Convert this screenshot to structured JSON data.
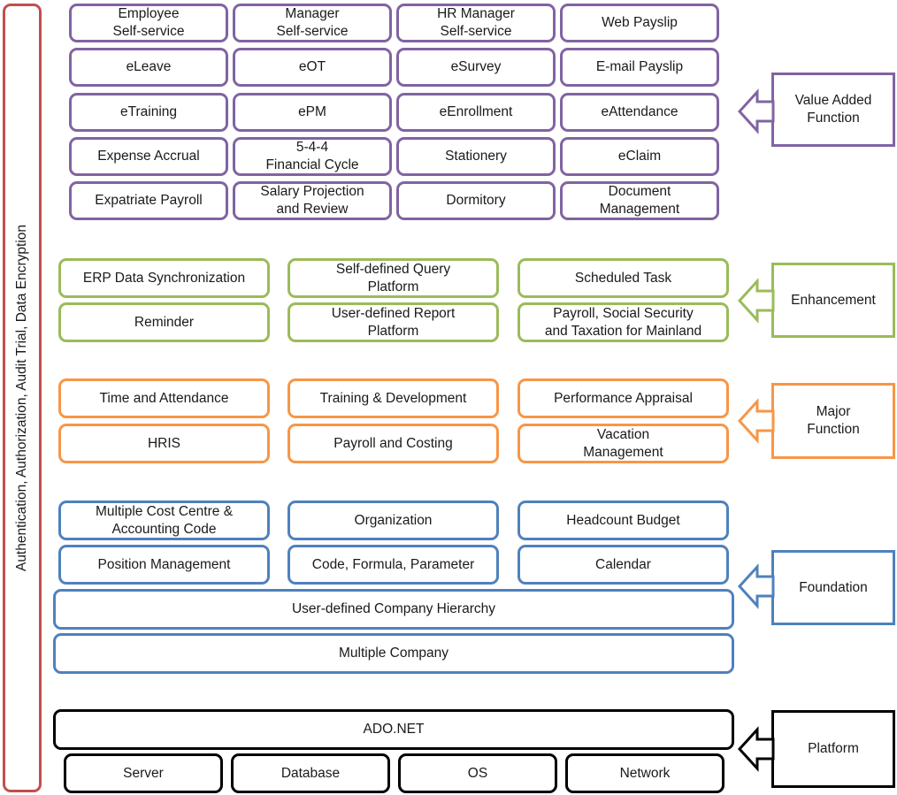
{
  "side_label": "Authentication,  Authorization,  Audit Trial, Data Encryption",
  "layers": {
    "value_added": {
      "label": "Value Added\nFunction",
      "color": "#8064A2",
      "items": [
        "Employee\nSelf-service",
        "Manager\nSelf-service",
        "HR Manager\nSelf-service",
        "Web Payslip",
        "eLeave",
        "eOT",
        "eSurvey",
        "E-mail Payslip",
        "eTraining",
        "ePM",
        "eEnrollment",
        "eAttendance",
        "Expense  Accrual",
        "5-4-4\nFinancial Cycle",
        "Stationery",
        "eClaim",
        "Expatriate  Payroll",
        "Salary Projection\nand Review",
        "Dormitory",
        "Document\nManagement"
      ]
    },
    "enhancement": {
      "label": "Enhancement",
      "color": "#9BBB59",
      "items": [
        "ERP Data Synchronization",
        "Self-defined Query\nPlatform",
        "Scheduled Task",
        "Reminder",
        "User-defined Report\nPlatform",
        "Payroll, Social Security\nand Taxation  for Mainland"
      ]
    },
    "major": {
      "label": "Major\nFunction",
      "color": "#F79646",
      "items": [
        "Time and Attendance",
        "Training & Development",
        "Performance Appraisal",
        "HRIS",
        "Payroll and Costing",
        "Vacation\nManagement"
      ]
    },
    "foundation": {
      "label": "Foundation",
      "color": "#4F81BD",
      "items": [
        "Multiple Cost Centre &\nAccounting Code",
        "Organization",
        "Headcount  Budget",
        "Position Management",
        "Code, Formula, Parameter",
        "Calendar"
      ],
      "wide_items": [
        "User-defined  Company Hierarchy",
        "Multiple  Company"
      ]
    },
    "platform": {
      "label": "Platform",
      "color": "#000000",
      "wide_item": "ADO.NET",
      "items": [
        "Server",
        "Database",
        "OS",
        "Network"
      ]
    }
  }
}
